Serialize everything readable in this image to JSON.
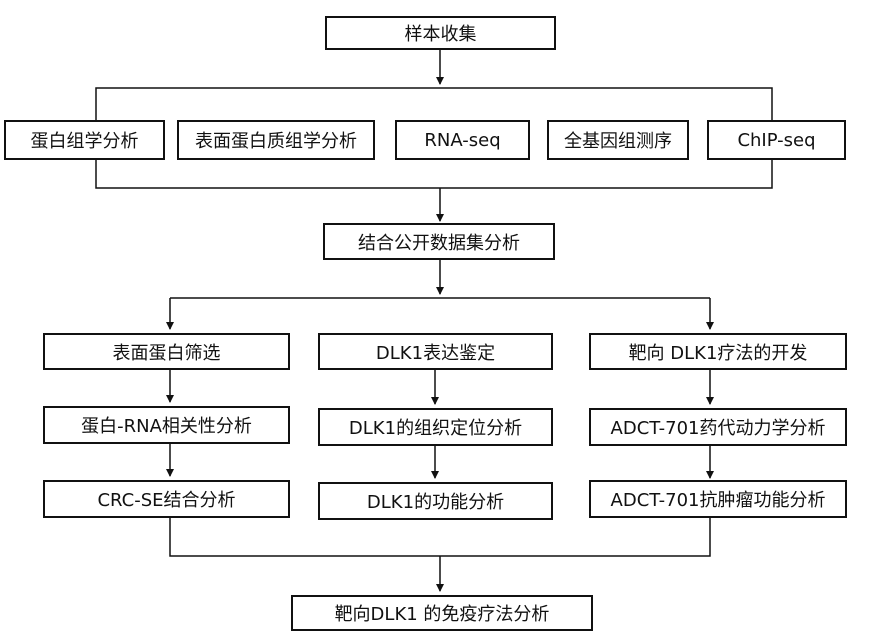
{
  "top": {
    "sample_collection": "样本收集"
  },
  "methods": [
    "蛋白组学分析",
    "表面蛋白质组学分析",
    "RNA-seq",
    "全基因组测序",
    "ChIP-seq"
  ],
  "middle": {
    "combined_analysis": "结合公开数据集分析"
  },
  "columns": [
    [
      "表面蛋白筛选",
      "蛋白-RNA相关性分析",
      "CRC-SE结合分析"
    ],
    [
      "DLK1表达鉴定",
      "DLK1的组织定位分析",
      "DLK1的功能分析"
    ],
    [
      "靶向 DLK1疗法的开发",
      "ADCT-701药代动力学分析",
      "ADCT-701抗肿瘤功能分析"
    ]
  ],
  "bottom": {
    "immunotherapy_analysis": "靶向DLK1 的免疫疗法分析"
  }
}
